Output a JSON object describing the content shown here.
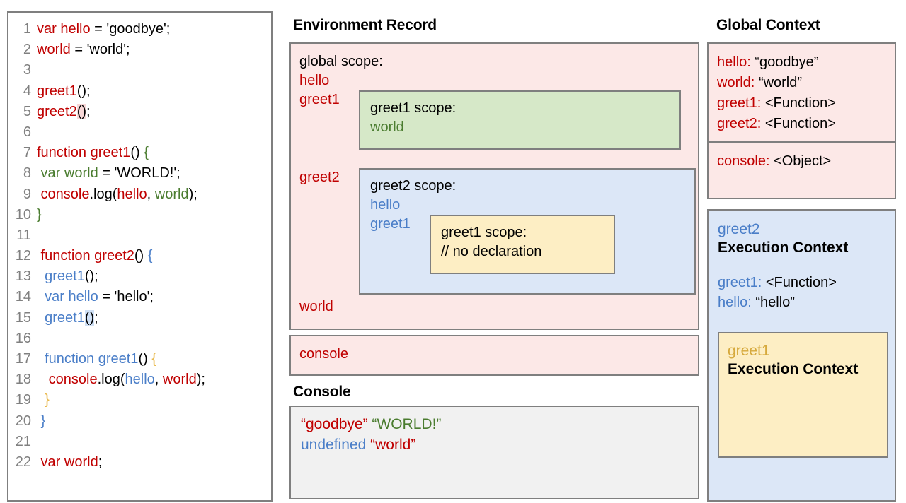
{
  "colors": {
    "red": "#c00000",
    "green": "#4a7c2f",
    "blue": "#4a7ec8",
    "gold": "#d6a93c",
    "grey_border": "#7f7f7f",
    "pink_fill": "#fce8e7",
    "green_fill": "#d6e8c8",
    "blue_fill": "#dce7f7",
    "yellow_fill": "#fdeec4",
    "console_fill": "#f1f1f1",
    "line_number": "#808080"
  },
  "code_panel": {
    "lines": [
      {
        "n": "1",
        "text": "var hello = 'goodbye';"
      },
      {
        "n": "2",
        "text": "world = 'world';"
      },
      {
        "n": "3",
        "text": ""
      },
      {
        "n": "4",
        "text": "greet1();"
      },
      {
        "n": "5",
        "text": "greet2();"
      },
      {
        "n": "6",
        "text": ""
      },
      {
        "n": "7",
        "text": "function greet1() {"
      },
      {
        "n": "8",
        "text": " var world = 'WORLD!';"
      },
      {
        "n": "9",
        "text": " console.log(hello, world);"
      },
      {
        "n": "10",
        "text": "}"
      },
      {
        "n": "11",
        "text": ""
      },
      {
        "n": "12",
        "text": " function greet2() {"
      },
      {
        "n": "13",
        "text": "  greet1();"
      },
      {
        "n": "14",
        "text": "  var hello = 'hello';"
      },
      {
        "n": "15",
        "text": "  greet1();"
      },
      {
        "n": "16",
        "text": ""
      },
      {
        "n": "17",
        "text": "  function greet1() {"
      },
      {
        "n": "18",
        "text": "   console.log(hello, world);"
      },
      {
        "n": "19",
        "text": "  }"
      },
      {
        "n": "20",
        "text": " }"
      },
      {
        "n": "21",
        "text": ""
      },
      {
        "n": "22",
        "text": " var world;"
      }
    ],
    "tokens": {
      "l1_var_hello": "var hello",
      "l1_rest": " = 'goodbye';",
      "l2_world": "world",
      "l2_rest": " = 'world';",
      "l4_name": "greet1",
      "l4_call": "();",
      "l5_name": "greet2",
      "l5_call": "()",
      "l5_semi": ";",
      "l7_fn": "function greet1",
      "l7_paren": "() ",
      "l7_brace": "{",
      "l8_var": " var world",
      "l8_rest": " = 'WORLD!';",
      "l9_console": " console",
      "l9_log": ".log(",
      "l9_hello": "hello",
      "l9_comma": ", ",
      "l9_world": "world",
      "l9_end": ");",
      "l10_brace": "}",
      "l12_fn": " function greet2",
      "l12_paren": "() ",
      "l12_brace": "{",
      "l13_name": "  greet1",
      "l13_call": "();",
      "l14_var": "  var hello",
      "l14_rest": " = 'hello';",
      "l15_name": "  greet1",
      "l15_call": "()",
      "l15_semi": ";",
      "l17_fn": "  function greet1",
      "l17_paren": "() ",
      "l17_brace": "{",
      "l18_console": "   console",
      "l18_log": ".log(",
      "l18_hello": "hello",
      "l18_comma": ", ",
      "l18_world": "world",
      "l18_end": ");",
      "l19_brace": "  }",
      "l20_brace": " }",
      "l22_var": " var world",
      "l22_semi": ";"
    }
  },
  "environment_record": {
    "title": "Environment Record",
    "global_scope_label": "global scope:",
    "global_vars": [
      "hello"
    ],
    "greet1_row_label": "greet1",
    "greet1_scope": {
      "title": "greet1 scope:",
      "vars": [
        "world"
      ]
    },
    "greet2_row_label": "greet2",
    "greet2_scope": {
      "title": "greet2 scope:",
      "vars": [
        "hello",
        "greet1"
      ],
      "inner_greet1_scope": {
        "title": "greet1 scope:",
        "comment": "// no declaration"
      }
    },
    "trailing_var": "world",
    "console_entry": "console"
  },
  "console": {
    "title": "Console",
    "lines": [
      {
        "left": "“goodbye”",
        "left_color": "red",
        "right": "“WORLD!”",
        "right_color": "green"
      },
      {
        "left": "undefined",
        "left_color": "blue",
        "right": "“world”",
        "right_color": "red"
      }
    ]
  },
  "global_context": {
    "title": "Global Context",
    "vars": [
      {
        "name": "hello",
        "value": " “goodbye”"
      },
      {
        "name": "world",
        "value": " “world”"
      },
      {
        "name": "greet1",
        "value": " <Function>"
      },
      {
        "name": "greet2",
        "value": " <Function>"
      }
    ],
    "object": {
      "name": "console",
      "value": " <Object>"
    }
  },
  "greet2_execution_context": {
    "name": "greet2",
    "heading": "Execution Context",
    "vars": [
      {
        "name": "greet1",
        "value": " <Function>"
      },
      {
        "name": "hello",
        "value": " “hello”"
      }
    ],
    "greet1_execution_context": {
      "name": "greet1",
      "heading": "Execution Context"
    }
  }
}
